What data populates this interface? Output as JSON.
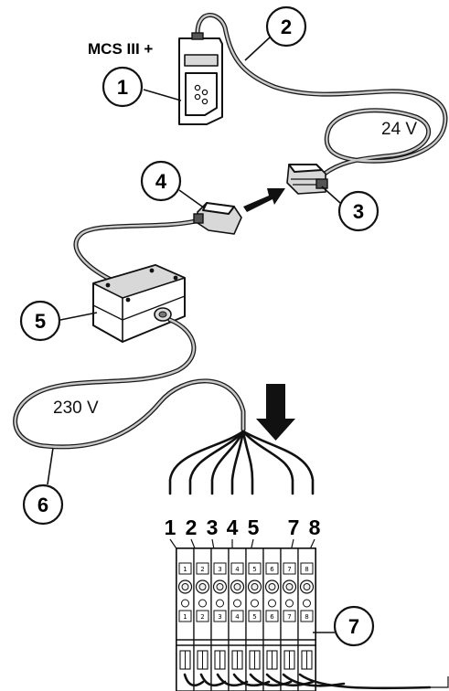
{
  "device_label": "MCS III +",
  "voltage_low": "24 V",
  "voltage_high": "230 V",
  "callouts": {
    "c1": "1",
    "c2": "2",
    "c3": "3",
    "c4": "4",
    "c5": "5",
    "c6": "6",
    "c7": "7"
  },
  "wire_numbers": [
    "1",
    "2",
    "3",
    "4",
    "5",
    "7",
    "8"
  ],
  "terminal_top_labels": [
    "1",
    "2",
    "3",
    "4",
    "5",
    "6",
    "7",
    "8"
  ],
  "terminal_bottom_labels": [
    "1",
    "2",
    "3",
    "4",
    "5",
    "6",
    "7",
    "8"
  ]
}
